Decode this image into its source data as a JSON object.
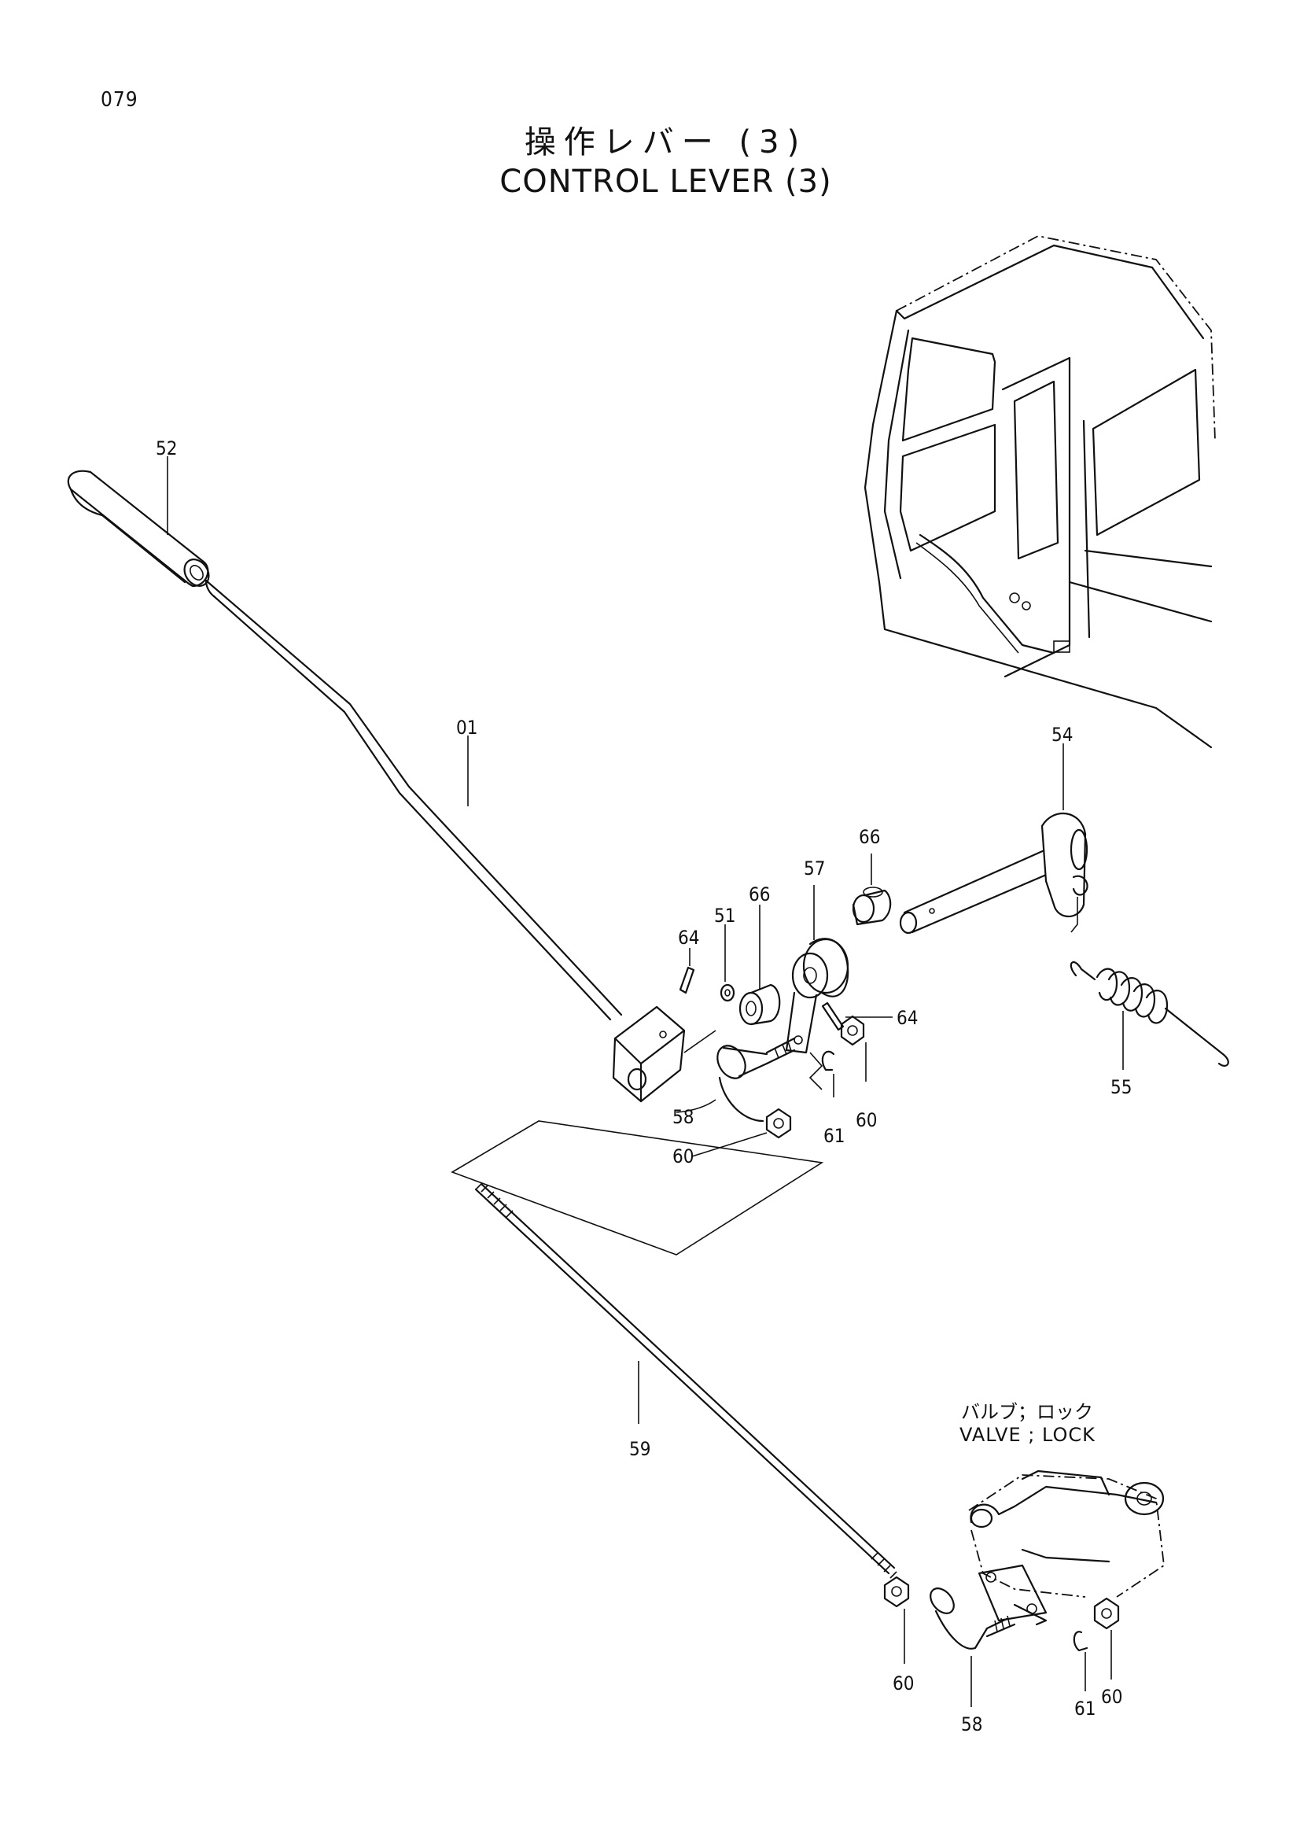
{
  "page_number": "079",
  "title": {
    "japanese": "操作レバー (3)",
    "english": "CONTROL LEVER (3)"
  },
  "valve_label": {
    "japanese": "バルブ；ロック",
    "english": "VALVE ; LOCK"
  },
  "callouts": {
    "c52": "52",
    "c01": "01",
    "c54": "54",
    "c55": "55",
    "c57": "57",
    "c66a": "66",
    "c66b": "66",
    "c64a": "64",
    "c64b": "64",
    "c51": "51",
    "c58a": "58",
    "c60a": "60",
    "c60b": "60",
    "c61a": "61",
    "c59": "59",
    "c60c": "60",
    "c58b": "58",
    "c61b": "61",
    "c60d": "60"
  }
}
